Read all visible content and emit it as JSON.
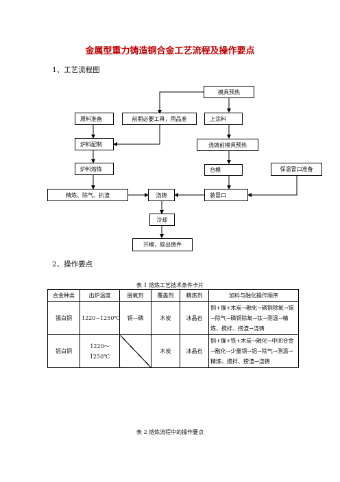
{
  "doc": {
    "title": "金属型重力铸造铜合金工艺流程及操作要点",
    "section1": "1、工艺流程图",
    "section2": "2、操作要点"
  },
  "flow": {
    "preheat_mold": "模具预热",
    "raw_prep": "原料准备",
    "tools_prep": "前期必要工具，用品准",
    "coating": "上涂料",
    "charge_mix": "炉料配制",
    "pre_cast_preheat": "浇铸前模具预热",
    "charge_melt": "炉料熔炼",
    "close_mold": "合模",
    "riser_prep": "保温冒口准备",
    "refine": "精炼、除气、扒渣",
    "pour": "浇铸",
    "install_riser": "装冒口",
    "cool": "冷却",
    "open_mold": "开模，取出铸件"
  },
  "table1": {
    "caption": "表 1  熔炼工艺技术条件卡片",
    "headers": [
      "合金种类",
      "出炉温度",
      "脱氧剂",
      "覆盖剂",
      "精炼剂",
      "加料与融化操作顺序"
    ],
    "rows": [
      [
        "锡白铜",
        "1220~1250℃",
        "铜—磷",
        "木炭",
        "冰晶石",
        "铜+镍+木炭→融化→磷铜除氧→锡→除气→磷铜除氧→钛→测温→精炼、搅拌、捞渣→浇铸"
      ],
      [
        "铝白铜",
        "1220～1250℃",
        "",
        "木炭",
        "冰晶石",
        "铜+镍+铁+木炭→融化→中间合金→融化→少量铜→铝→除气→测温→精炼、搅拌、捞渣→浇铸"
      ]
    ]
  },
  "table2": {
    "caption": "表 2  熔炼流程中的操作要点"
  }
}
